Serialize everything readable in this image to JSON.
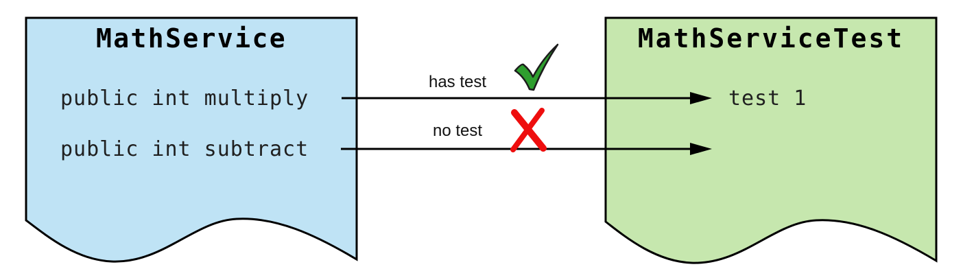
{
  "diagram": {
    "left_document": {
      "title": "MathService",
      "methods": [
        "public int multiply",
        "public int subtract"
      ],
      "fill": "#bfe3f5"
    },
    "right_document": {
      "title": "MathServiceTest",
      "tests": [
        "test 1"
      ],
      "fill": "#c6e7ae"
    },
    "mappings": [
      {
        "from": "public int multiply",
        "to": "test 1",
        "label": "has test",
        "result": "pass",
        "icon": "check-icon",
        "color": "#2e9e2e"
      },
      {
        "from": "public int subtract",
        "to": "",
        "label": "no test",
        "result": "fail",
        "icon": "cross-icon",
        "color": "#ee0e0e"
      }
    ],
    "outline_color": "#000000",
    "background": "#ffffff"
  }
}
